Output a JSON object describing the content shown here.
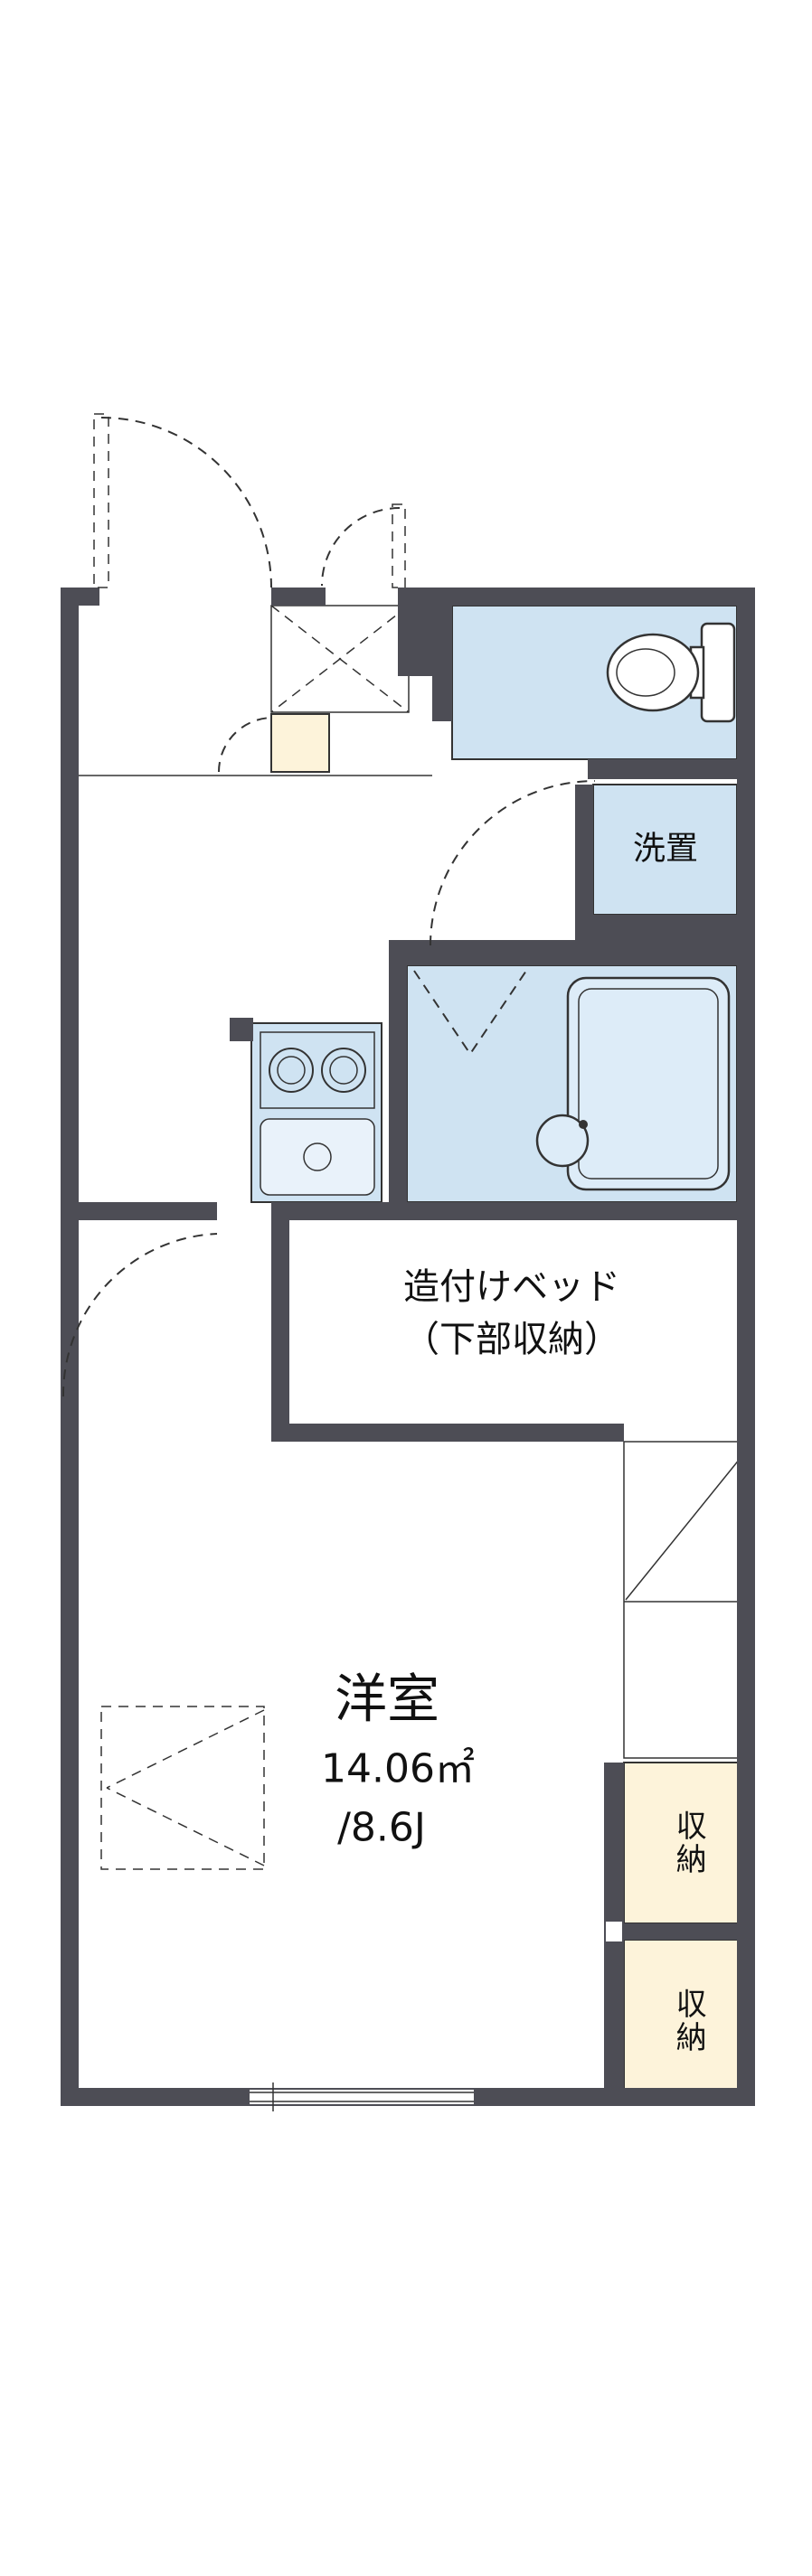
{
  "floorplan": {
    "colors": {
      "wall": "#4d4d55",
      "wet_area": "#cfe3f2",
      "storage_fill": "#fdf3da",
      "line": "#333333",
      "background": "#ffffff"
    },
    "labels": {
      "laundry": "洗置",
      "bed_line1": "造付けベッド",
      "bed_line2": "（下部収納）",
      "room_name": "洋室",
      "room_area": "14.06㎡",
      "room_size": "/8.6J",
      "closet_top": "収納",
      "closet_bottom": "収納"
    },
    "fixtures": [
      "entrance-door-swing",
      "toilet",
      "washing-machine-space",
      "bathtub",
      "wash-basin",
      "stove-burners",
      "kitchen-sink",
      "built-in-bed",
      "closet-upper",
      "closet-lower",
      "window"
    ]
  }
}
